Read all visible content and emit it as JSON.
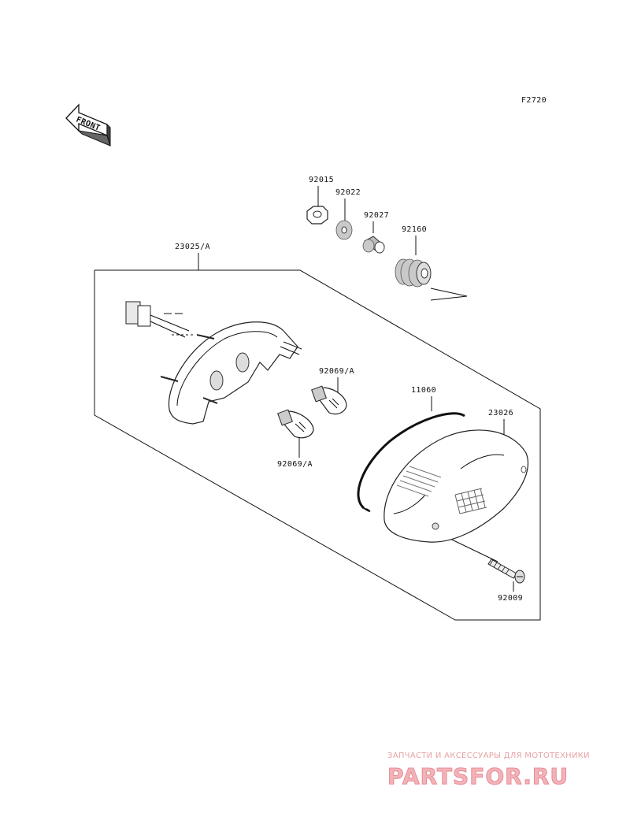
{
  "diagram": {
    "figure_code": "F2720",
    "front_label": "FRONT",
    "parts": [
      {
        "id": "p-92015",
        "number": "92015"
      },
      {
        "id": "p-92022",
        "number": "92022"
      },
      {
        "id": "p-92027",
        "number": "92027"
      },
      {
        "id": "p-92160",
        "number": "92160"
      },
      {
        "id": "p-23025A",
        "number": "23025/A"
      },
      {
        "id": "p-92069A-1",
        "number": "92069/A"
      },
      {
        "id": "p-92069A-2",
        "number": "92069/A"
      },
      {
        "id": "p-11060",
        "number": "11060"
      },
      {
        "id": "p-23026",
        "number": "23026"
      },
      {
        "id": "p-92009",
        "number": "92009"
      }
    ]
  },
  "watermark": {
    "tagline": "ЗАПЧАСТИ И АКСЕССУАРЫ ДЛЯ МОТОТЕХНИКИ",
    "logo": "PARTSFOR.RU"
  }
}
